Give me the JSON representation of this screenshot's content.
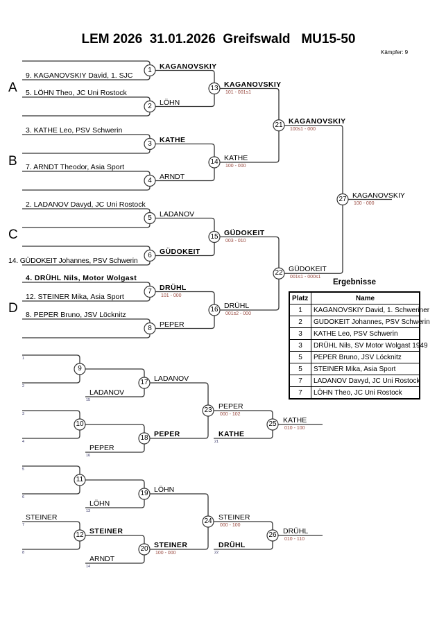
{
  "header": {
    "title": "LEM 2026  31.01.2026  Greifswald   MU15-50",
    "fighters": "Kämpfer: 9"
  },
  "pools": [
    "A",
    "B",
    "C",
    "D"
  ],
  "main_bracket": {
    "entries": [
      {
        "text": "9. KAGANOVSKIY David, 1. SJC",
        "bold": false
      },
      {
        "text": "5. LÖHN Theo, JC Uni Rostock",
        "bold": false
      },
      {
        "text": "3. KATHE Leo, PSV Schwerin",
        "bold": false
      },
      {
        "text": "7. ARNDT Theodor, Asia Sport",
        "bold": false
      },
      {
        "text": "2. LADANOV Davyd, JC Uni Rostock",
        "bold": false
      },
      {
        "text": "14. GÜDOKEIT Johannes, PSV Schwerin",
        "bold": false
      },
      {
        "text": "4. DRÜHL Nils, Motor Wolgast",
        "bold": true
      },
      {
        "text": "12. STEINER Mika, Asia Sport",
        "bold": false
      },
      {
        "text": "8. PEPER Bruno, JSV Löcknitz",
        "bold": false
      }
    ],
    "matches": [
      {
        "no": "1",
        "winner": "KAGANOVSKIY",
        "bold": true
      },
      {
        "no": "2",
        "winner": "LÖHN",
        "bold": false
      },
      {
        "no": "3",
        "winner": "KATHE",
        "bold": true
      },
      {
        "no": "4",
        "winner": "ARNDT",
        "bold": false
      },
      {
        "no": "5",
        "winner": "LADANOV",
        "bold": false
      },
      {
        "no": "6",
        "winner": "GÜDOKEIT",
        "bold": true
      },
      {
        "no": "7",
        "winner": "DRÜHL",
        "bold": true,
        "score": "101 - 000"
      },
      {
        "no": "8",
        "winner": "PEPER",
        "bold": false
      },
      {
        "no": "13",
        "winner": "KAGANOVSKIY",
        "bold": true,
        "score": "101 - 001s1"
      },
      {
        "no": "14",
        "winner": "KATHE",
        "bold": false,
        "score": "100 - 000"
      },
      {
        "no": "15",
        "winner": "GÜDOKEIT",
        "bold": true,
        "score": "003 - 010"
      },
      {
        "no": "16",
        "winner": "DRÜHL",
        "bold": false,
        "score": "001s2 - 000"
      },
      {
        "no": "21",
        "winner": "KAGANOVSKIY",
        "bold": true,
        "score": "100s1 - 000"
      },
      {
        "no": "22",
        "winner": "GÜDOKEIT",
        "bold": false,
        "score": "001s1 - 000s1"
      },
      {
        "no": "27",
        "winner": "KAGANOVSKIY",
        "bold": false,
        "score": "100 - 000"
      }
    ]
  },
  "repechage": {
    "seeds": [
      {
        "ref": "1"
      },
      {
        "ref": "2"
      },
      {
        "ref": "3"
      },
      {
        "ref": "4"
      },
      {
        "ref": "5"
      },
      {
        "ref": "6"
      },
      {
        "ref": "7",
        "name": "STEINER"
      },
      {
        "ref": "8"
      }
    ],
    "entries": [
      {
        "name": "LADANOV",
        "ref": "15",
        "bold": false
      },
      {
        "name": "PEPER",
        "ref": "16",
        "bold": false
      },
      {
        "name": "KATHE",
        "ref": "21",
        "bold": true
      },
      {
        "name": "LÖHN",
        "ref": "13",
        "bold": false
      },
      {
        "name": "ARNDT",
        "ref": "14",
        "bold": false
      },
      {
        "name": "DRÜHL",
        "ref": "22",
        "bold": true
      }
    ],
    "matches": [
      {
        "no": "9"
      },
      {
        "no": "10"
      },
      {
        "no": "11"
      },
      {
        "no": "12",
        "winner": "STEINER",
        "bold": true
      },
      {
        "no": "17",
        "winner": "LADANOV",
        "bold": false
      },
      {
        "no": "18",
        "winner": "PEPER",
        "bold": true
      },
      {
        "no": "19",
        "winner": "LÖHN",
        "bold": false
      },
      {
        "no": "20",
        "winner": "STEINER",
        "bold": true,
        "score": "100 - 000"
      },
      {
        "no": "23",
        "winner": "PEPER",
        "bold": false,
        "score": "000 - 102"
      },
      {
        "no": "24",
        "winner": "STEINER",
        "bold": false,
        "score": "000 - 100"
      },
      {
        "no": "25",
        "winner": "KATHE",
        "bold": false,
        "score": "010 - 100"
      },
      {
        "no": "26",
        "winner": "DRÜHL",
        "bold": false,
        "score": "010 - 110"
      }
    ]
  },
  "results": {
    "title": "Ergebnisse",
    "headers": [
      "Platz",
      "Name"
    ],
    "rows": [
      [
        "1",
        "KAGANOVSKIY David, 1. Schweriner"
      ],
      [
        "2",
        "GUDOKEIT Johannes, PSV Schwerin"
      ],
      [
        "3",
        "KATHE Leo, PSV Schwerin"
      ],
      [
        "3",
        "DRÜHL Nils, SV Motor Wolgast 1949"
      ],
      [
        "5",
        "PEPER Bruno, JSV Löcknitz"
      ],
      [
        "5",
        "STEINER Mika, Asia Sport"
      ],
      [
        "7",
        "LADANOV Davyd, JC Uni Rostock"
      ],
      [
        "7",
        "LÖHN Theo, JC Uni Rostock"
      ]
    ]
  }
}
